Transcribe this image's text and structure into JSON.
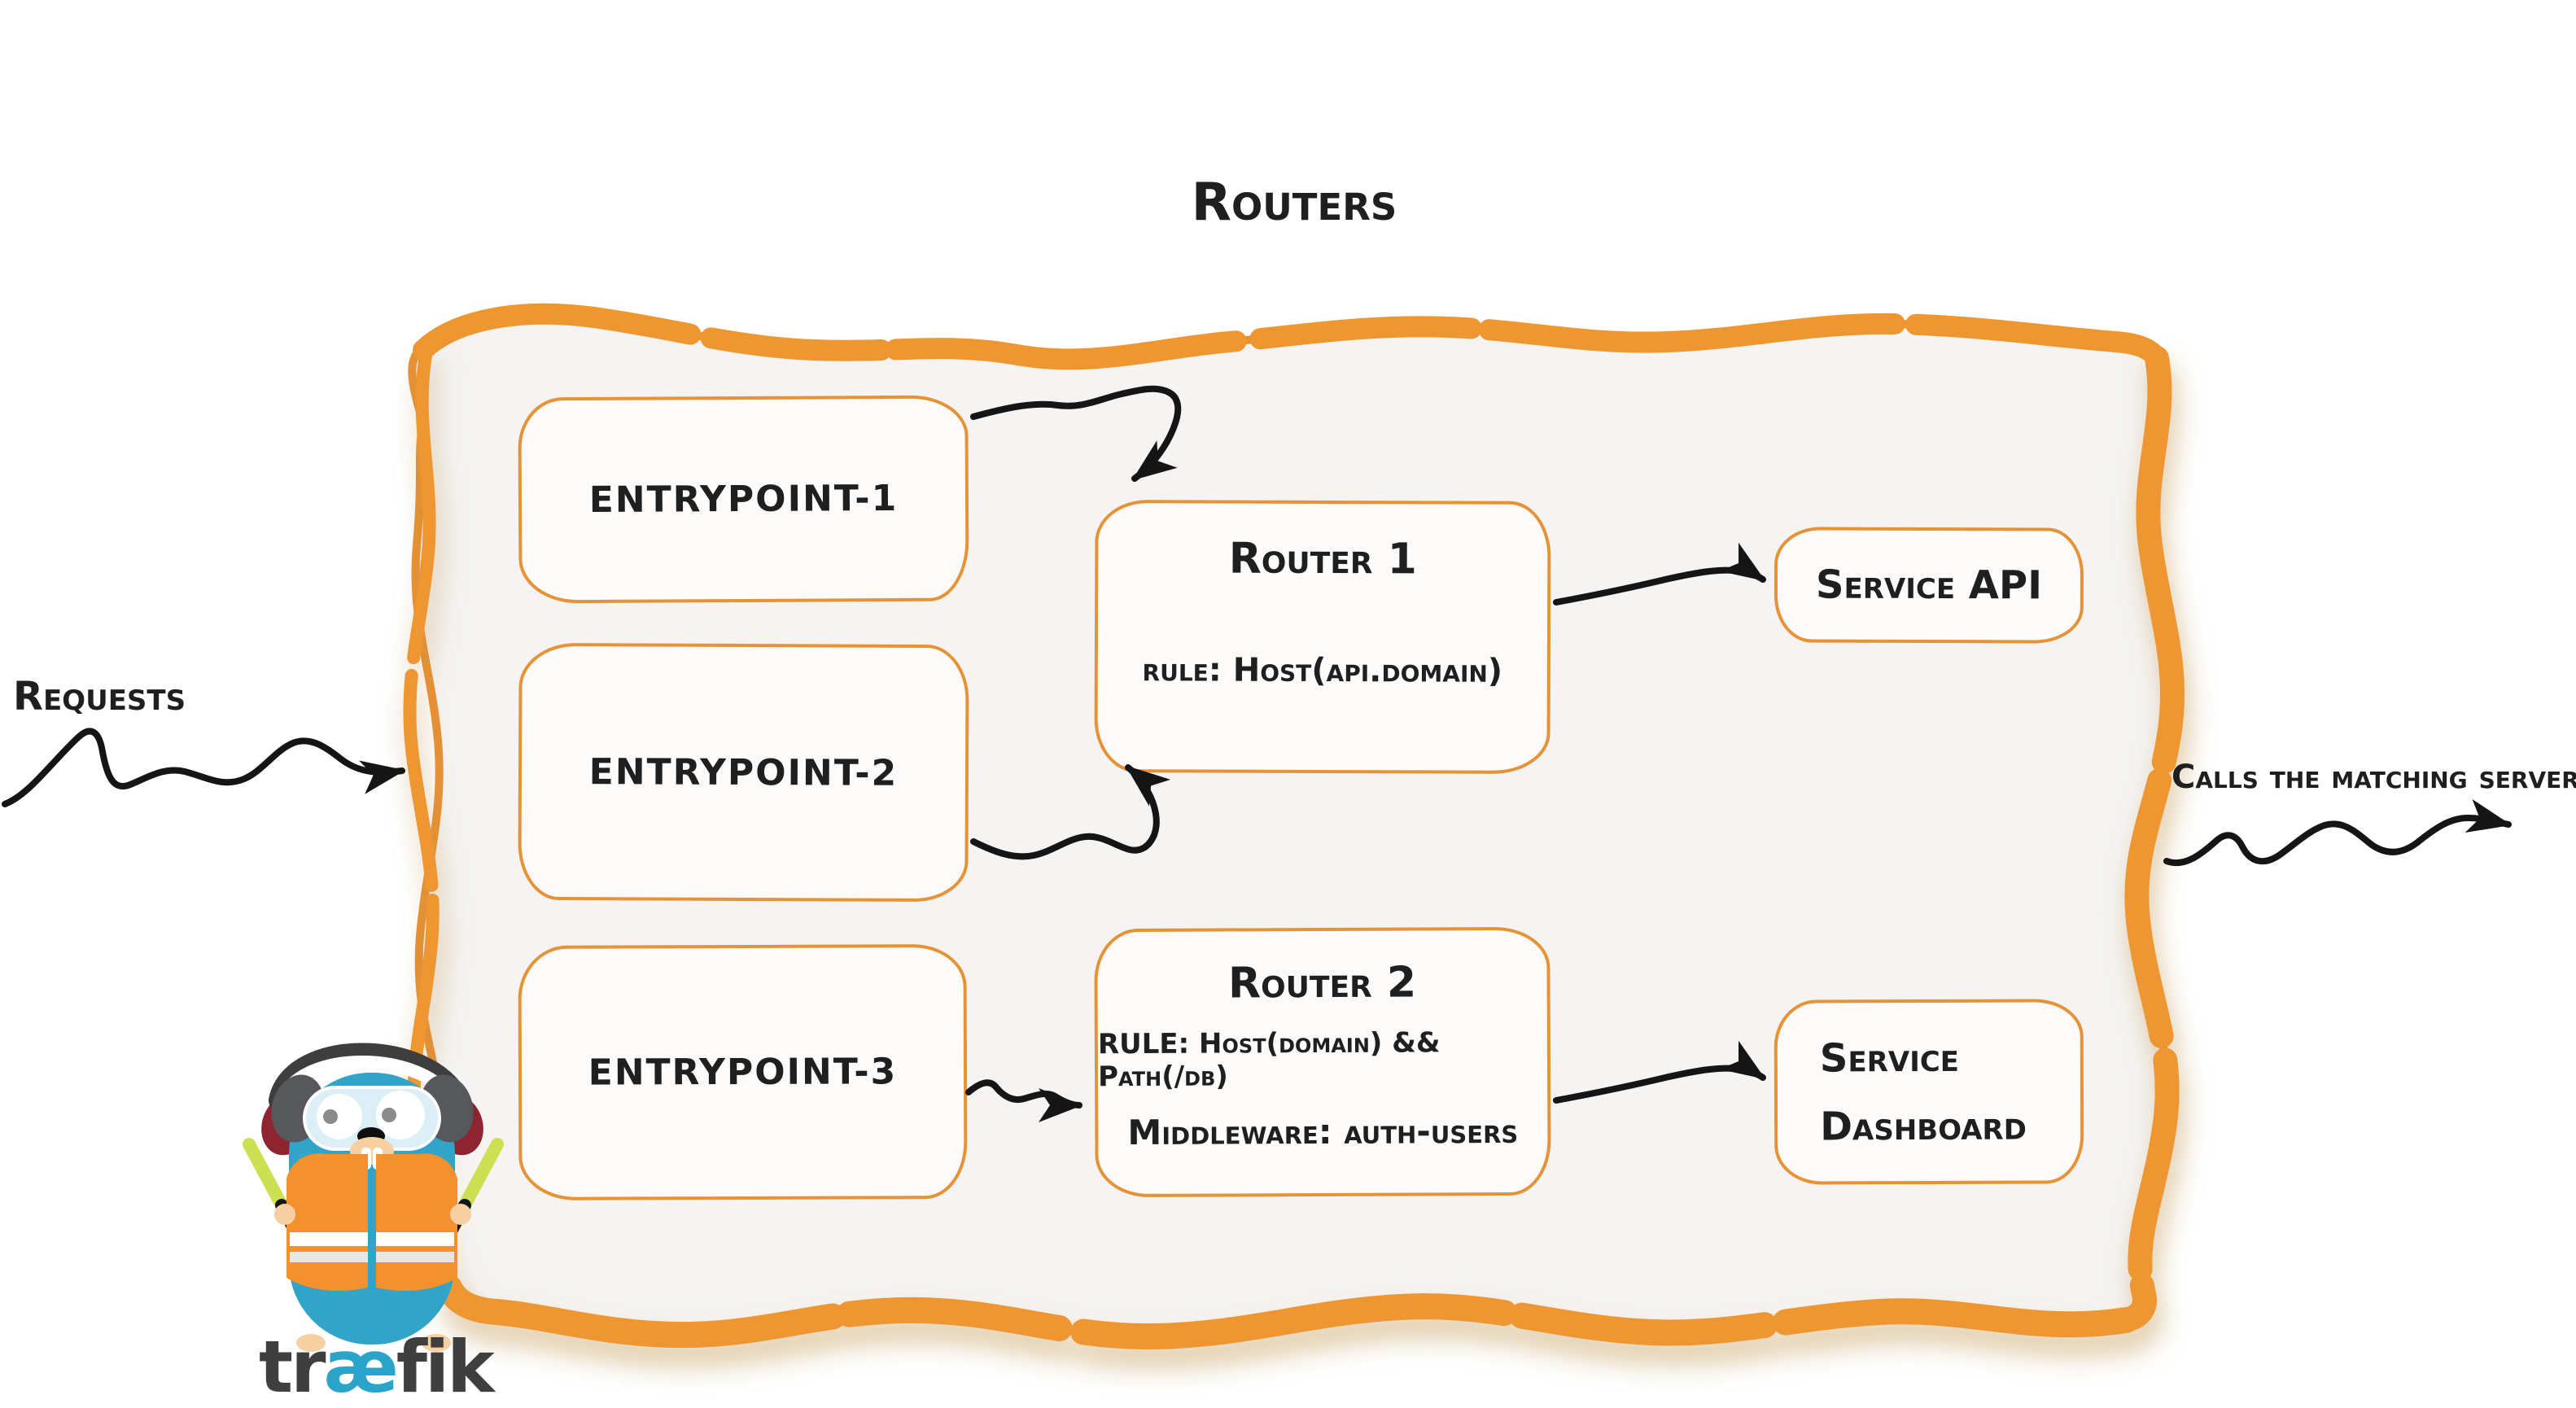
{
  "title": "Routers",
  "annotations": {
    "requests": "Requests",
    "calls": "Calls the matching server"
  },
  "entrypoints": [
    {
      "label": "entrypoint-1"
    },
    {
      "label": "entrypoint-2"
    },
    {
      "label": "entrypoint-3"
    }
  ],
  "routers": [
    {
      "name": "Router 1",
      "rule": "rule: Host(api.domain)"
    },
    {
      "name": "Router 2",
      "rule": "RULE: Host(domain) && Path(/db)",
      "middleware": "Middleware: auth-users"
    }
  ],
  "services": [
    {
      "name": "Service API"
    },
    {
      "line1": "Service",
      "line2": "Dashboard"
    }
  ],
  "edges": [
    {
      "from": "entrypoint-1",
      "to": "router-1"
    },
    {
      "from": "entrypoint-2",
      "to": "router-1"
    },
    {
      "from": "entrypoint-3",
      "to": "router-2"
    },
    {
      "from": "router-1",
      "to": "service-api"
    },
    {
      "from": "router-2",
      "to": "service-dashboard"
    }
  ],
  "logo": {
    "pre": "tr",
    "ae": "æ",
    "post": "fik"
  },
  "colors": {
    "accent_orange": "#ee9630",
    "thin_border_orange": "#e59336",
    "container_fill": "#f5f4f3",
    "node_fill": "#fcfbfa",
    "ink": "#1f1f1f",
    "gopher_blue": "#32a4c7",
    "vest_orange": "#f2912d",
    "baton_green": "#cde053"
  }
}
